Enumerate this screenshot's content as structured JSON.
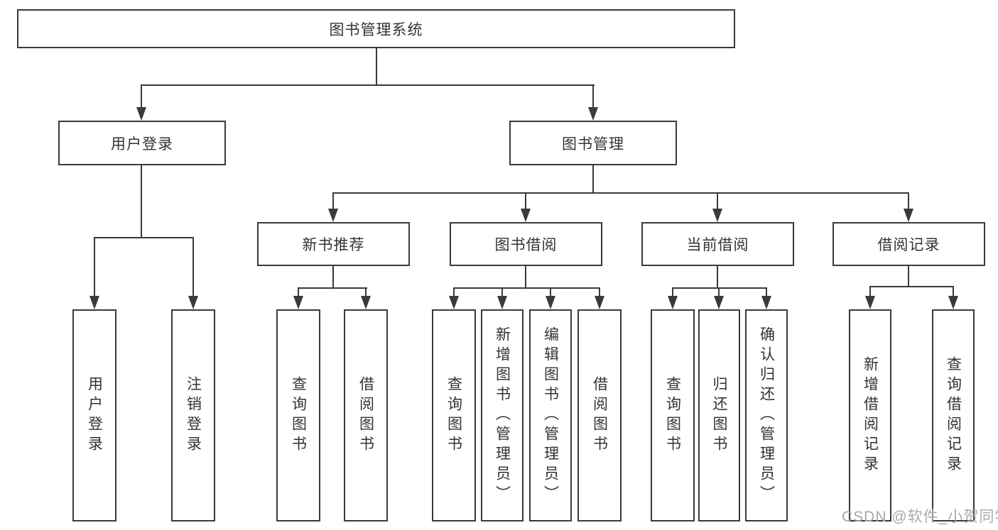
{
  "diagram": {
    "title": "图书管理系统",
    "level2": {
      "login": "用户登录",
      "management": "图书管理"
    },
    "level3": {
      "newbook": "新书推荐",
      "borrow": "图书借阅",
      "current": "当前借阅",
      "records": "借阅记录"
    },
    "leaves": {
      "login": [
        "用户登录",
        "注销登录"
      ],
      "newbook": [
        "查询图书",
        "借阅图书"
      ],
      "borrow": [
        "查询图书",
        "新增图书（管理员）",
        "编辑图书（管理员）",
        "借阅图书"
      ],
      "current": [
        "查询图书",
        "归还图书",
        "确认归还（管理员）"
      ],
      "records": [
        "新增借阅记录",
        "查询借阅记录"
      ]
    },
    "watermark": "CSDN @软件_小贺同学",
    "colors": {
      "line": "#3a3a3a",
      "text": "#333333",
      "watermark": "#a9a9a9"
    }
  }
}
